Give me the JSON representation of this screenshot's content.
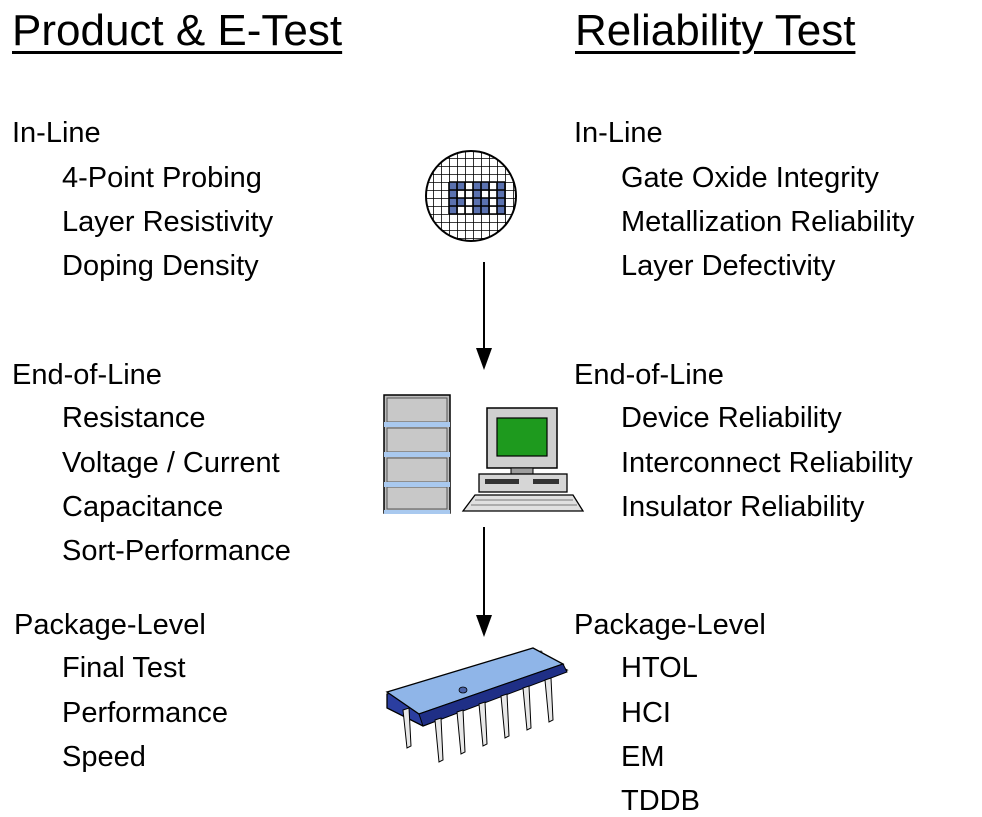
{
  "left": {
    "title": "Product & E-Test",
    "sections": [
      {
        "heading": "In-Line",
        "items": [
          "4-Point Probing",
          "Layer Resistivity",
          "Doping Density"
        ]
      },
      {
        "heading": "End-of-Line",
        "items": [
          "Resistance",
          "Voltage / Current",
          "Capacitance",
          "Sort-Performance"
        ]
      },
      {
        "heading": "Package-Level",
        "items": [
          "Final Test",
          "Performance",
          "Speed"
        ]
      }
    ]
  },
  "right": {
    "title": "Reliability Test",
    "sections": [
      {
        "heading": "In-Line",
        "items": [
          "Gate Oxide Integrity",
          "Metallization Reliability",
          "Layer Defectivity"
        ]
      },
      {
        "heading": "End-of-Line",
        "items": [
          "Device Reliability",
          "Interconnect Reliability",
          "Insulator Reliability"
        ]
      },
      {
        "heading": "Package-Level",
        "items": [
          "HTOL",
          "HCI",
          "EM",
          "TDDB"
        ]
      }
    ]
  },
  "icons": {
    "wafer": "wafer-icon",
    "computer": "computer-icon",
    "chip": "chip-icon"
  },
  "colors": {
    "wafer_fill": "#4a63a8",
    "monitor_screen": "#1e9a1e",
    "server_stripe": "#a9c9ef",
    "chip_body": "#8fb5e8",
    "chip_base": "#2b3ea0"
  }
}
